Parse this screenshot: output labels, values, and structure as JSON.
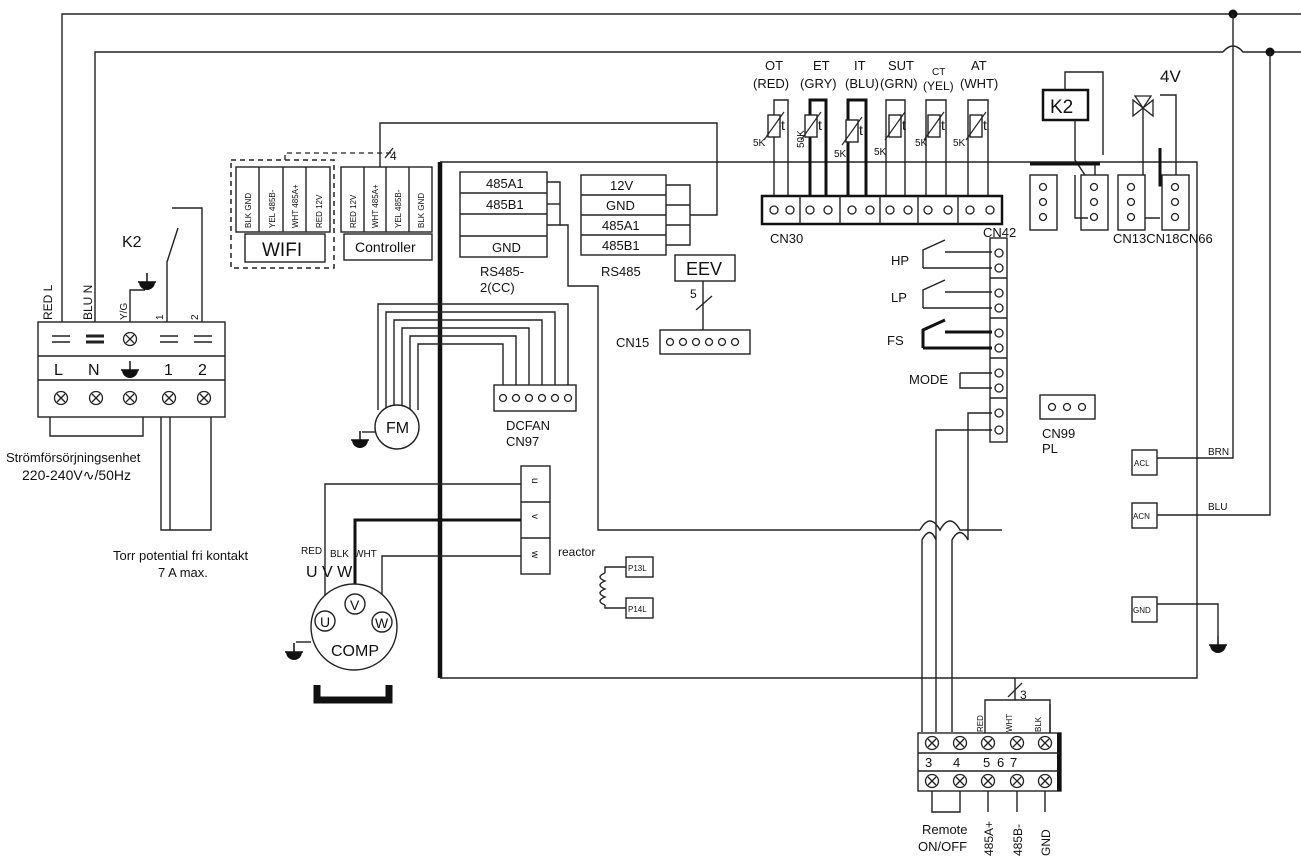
{
  "power": {
    "terminal_labels": [
      "L",
      "N",
      "1",
      "2"
    ],
    "wire_labels": [
      "RED L",
      "BLU N",
      "Y/G",
      "1",
      "2"
    ],
    "relay": "K2",
    "supply_label": "Strömförsörjningsenhet",
    "supply_spec": "220-240V∿/50Hz",
    "dry_contact_line1": "Torr potential fri kontakt",
    "dry_contact_line2": "7 A max."
  },
  "wifi": {
    "label": "WIFI",
    "pins": [
      "BLK GND",
      "YEL 485B-",
      "WHT 485A+",
      "RED 12V"
    ],
    "wire_count": "4"
  },
  "controller": {
    "label": "Controller",
    "pins": [
      "RED 12V",
      "WHT 485A+",
      "YEL 485B-",
      "BLK GND"
    ]
  },
  "rs485_cc": {
    "pins": [
      "485A1",
      "485B1",
      "GND"
    ],
    "label_line1": "RS485-",
    "label_line2": "2(CC)"
  },
  "rs485": {
    "pins": [
      "12V",
      "GND",
      "485A1",
      "485B1"
    ],
    "label": "RS485"
  },
  "eev": {
    "label": "EEV",
    "wire_count": "5",
    "connector": "CN15"
  },
  "sensors": [
    {
      "name": "OT",
      "color": "(RED)",
      "value": "5K"
    },
    {
      "name": "ET",
      "color": "(GRY)",
      "value": "50K"
    },
    {
      "name": "IT",
      "color": "(BLU)",
      "value": "5K"
    },
    {
      "name": "SUT",
      "color": "(GRN)",
      "value": "5K"
    },
    {
      "name": "CT",
      "color": "(YEL)",
      "value": "5K"
    },
    {
      "name": "AT",
      "color": "(WHT)",
      "value": "5K"
    }
  ],
  "sensor_symbol": "t",
  "connectors": {
    "cn30": "CN30",
    "cn42": "CN42",
    "cn_right": "CN13CN18CN66",
    "cn99_line1": "CN99",
    "cn99_line2": "PL",
    "dcfan_line1": "DCFAN",
    "dcfan_line2": "CN97"
  },
  "relay_k2": "K2",
  "valve_4v": "4V",
  "switches": [
    "HP",
    "LP",
    "FS",
    "MODE"
  ],
  "fan_motor": "FM",
  "compressor": {
    "label": "COMP",
    "phases": [
      "U",
      "V",
      "W"
    ],
    "phase_header": "U V W",
    "wire_colors": [
      "RED",
      "BLK",
      "WHT"
    ],
    "inverter_terminals": [
      "u",
      "v",
      "w"
    ]
  },
  "reactor": {
    "label": "reactor",
    "terminals": [
      "P13L",
      "P14L"
    ]
  },
  "ac_terminals": {
    "acl": "ACL",
    "acn": "ACN",
    "gnd": "GND",
    "brn_label": "BRN",
    "blu_label": "BLU"
  },
  "remote_block": {
    "numbers": [
      "3",
      "4",
      "5",
      "6",
      "7"
    ],
    "wire_colors": [
      "RED",
      "WHT",
      "BLK"
    ],
    "wire_count": "3",
    "bottom_labels": [
      "485A+",
      "485B-",
      "GND"
    ],
    "remote_line1": "Remote",
    "remote_line2": "ON/OFF"
  }
}
